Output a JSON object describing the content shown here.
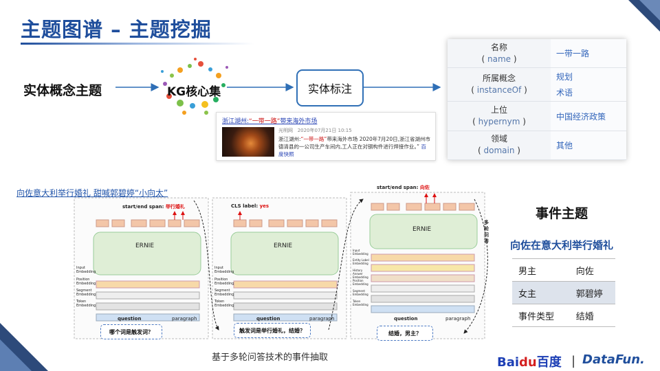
{
  "slide": {
    "title": "主题图谱 – 主题挖掘",
    "entity_label": "实体概念主题",
    "kg_label": "KG核心集",
    "annotate_label": "实体标注",
    "caption": "基于多轮问答技术的事件抽取",
    "accent_color": "#1f4e9c"
  },
  "info_table": {
    "rows": [
      {
        "key": "名称",
        "key_en": "name",
        "values": [
          "一带一路"
        ]
      },
      {
        "key": "所属概念",
        "key_en": "instanceOf",
        "values": [
          "规划",
          "术语"
        ]
      },
      {
        "key": "上位",
        "key_en": "hypernym",
        "values": [
          "中国经济政策"
        ]
      },
      {
        "key": "领域",
        "key_en": "domain",
        "values": [
          "其他"
        ]
      }
    ]
  },
  "news": {
    "title_pre": "浙江湖州:",
    "title_hl": "“一带一路”",
    "title_post": "带来海外市场",
    "source": "光明网",
    "date": "2020年07月21日 10:15",
    "body_pre": "浙江湖州:",
    "body_hl": "“一带一路”",
    "body_post": "带来海外市场 2020年7月20日,浙江省湖州市德清县的一公司生产车间内,工人正在对钢构件进行焊接作业。”",
    "snapshot": "百度快照"
  },
  "qa": {
    "sentence": "向佐意大利举行婚礼 甜喊郭碧婷“小向太”",
    "span1_label": "start/end span:",
    "span1_value": "举行婚礼",
    "cls_label": "CLS label:",
    "cls_value": "yes",
    "span3_label": "start/end span:",
    "span3_value": "向佐",
    "model": "ERNIE",
    "q1": "哪个词是触发词？",
    "q2": "触发词是举行婚礼，结婚？",
    "q3": "结婚，男主？",
    "question_label": "question",
    "paragraph_label": "paragraph",
    "multi_qa": "多轮问答",
    "emb_labels": [
      "Input Embedding",
      "Position Embedding",
      "Segment Embedding",
      "Token Embedding"
    ],
    "emb_labels3": [
      "Input Embedding",
      "Entity Label Embedding",
      "History Answer Embedding",
      "Position Embedding",
      "Segment Embedding",
      "Token Embedding"
    ]
  },
  "event": {
    "title": "事件主题",
    "subtitle": "向佐在意大利举行婚礼",
    "rows": [
      {
        "k": "男主",
        "v": "向佐"
      },
      {
        "k": "女主",
        "v": "郭碧婷"
      },
      {
        "k": "事件类型",
        "v": "结婚"
      }
    ]
  },
  "logos": {
    "baidu_a": "Bai",
    "baidu_paw": "du",
    "baidu_b": "百度",
    "sep": "|",
    "datafun": "DataFun."
  }
}
